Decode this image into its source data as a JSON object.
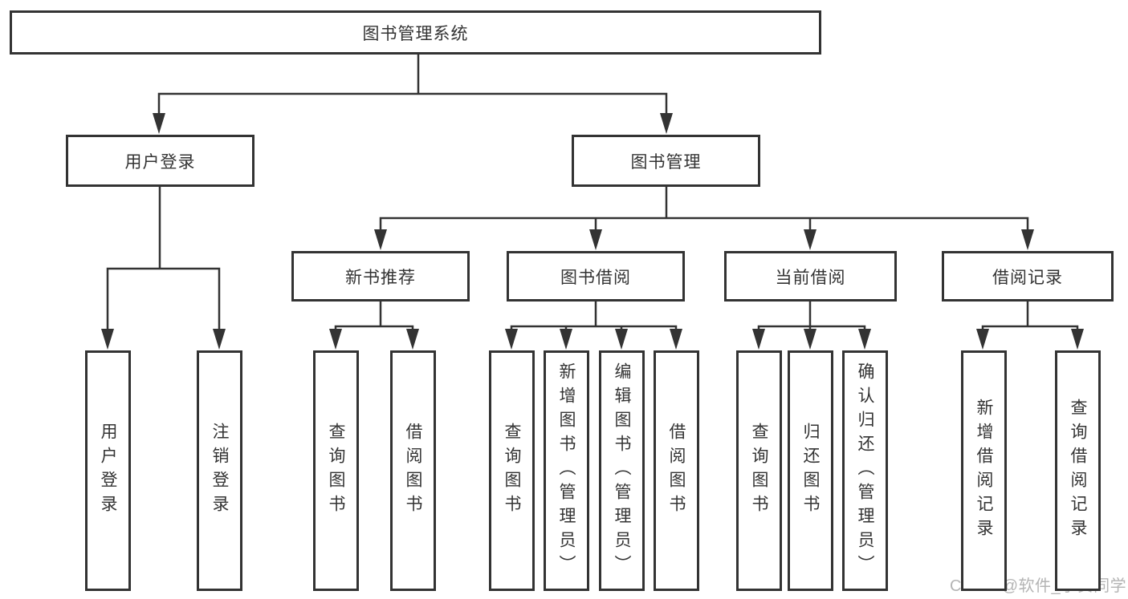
{
  "page": {
    "background": "#ffffff"
  },
  "colors": {
    "line": "#333333",
    "box_border": "#333333",
    "text": "#333333",
    "watermark": "#b4b4b4"
  },
  "nodes": {
    "root": "图书管理系统",
    "level2": [
      "用户登录",
      "图书管理"
    ],
    "level3": [
      "新书推荐",
      "图书借阅",
      "当前借阅",
      "借阅记录"
    ],
    "leaves": {
      "user_login": [
        "用户登录",
        "注销登录"
      ],
      "new_book": [
        "查询图书",
        "借阅图书"
      ],
      "book_borrow": [
        "查询图书",
        "新增图书（管理员）",
        "编辑图书（管理员）",
        "借阅图书"
      ],
      "current_borrow": [
        "查询图书",
        "归还图书",
        "确认归还（管理员）"
      ],
      "borrow_records": [
        "新增借阅记录",
        "查询借阅记录"
      ]
    }
  },
  "watermark": {
    "text": "CSDN @软件_小贺同学"
  }
}
